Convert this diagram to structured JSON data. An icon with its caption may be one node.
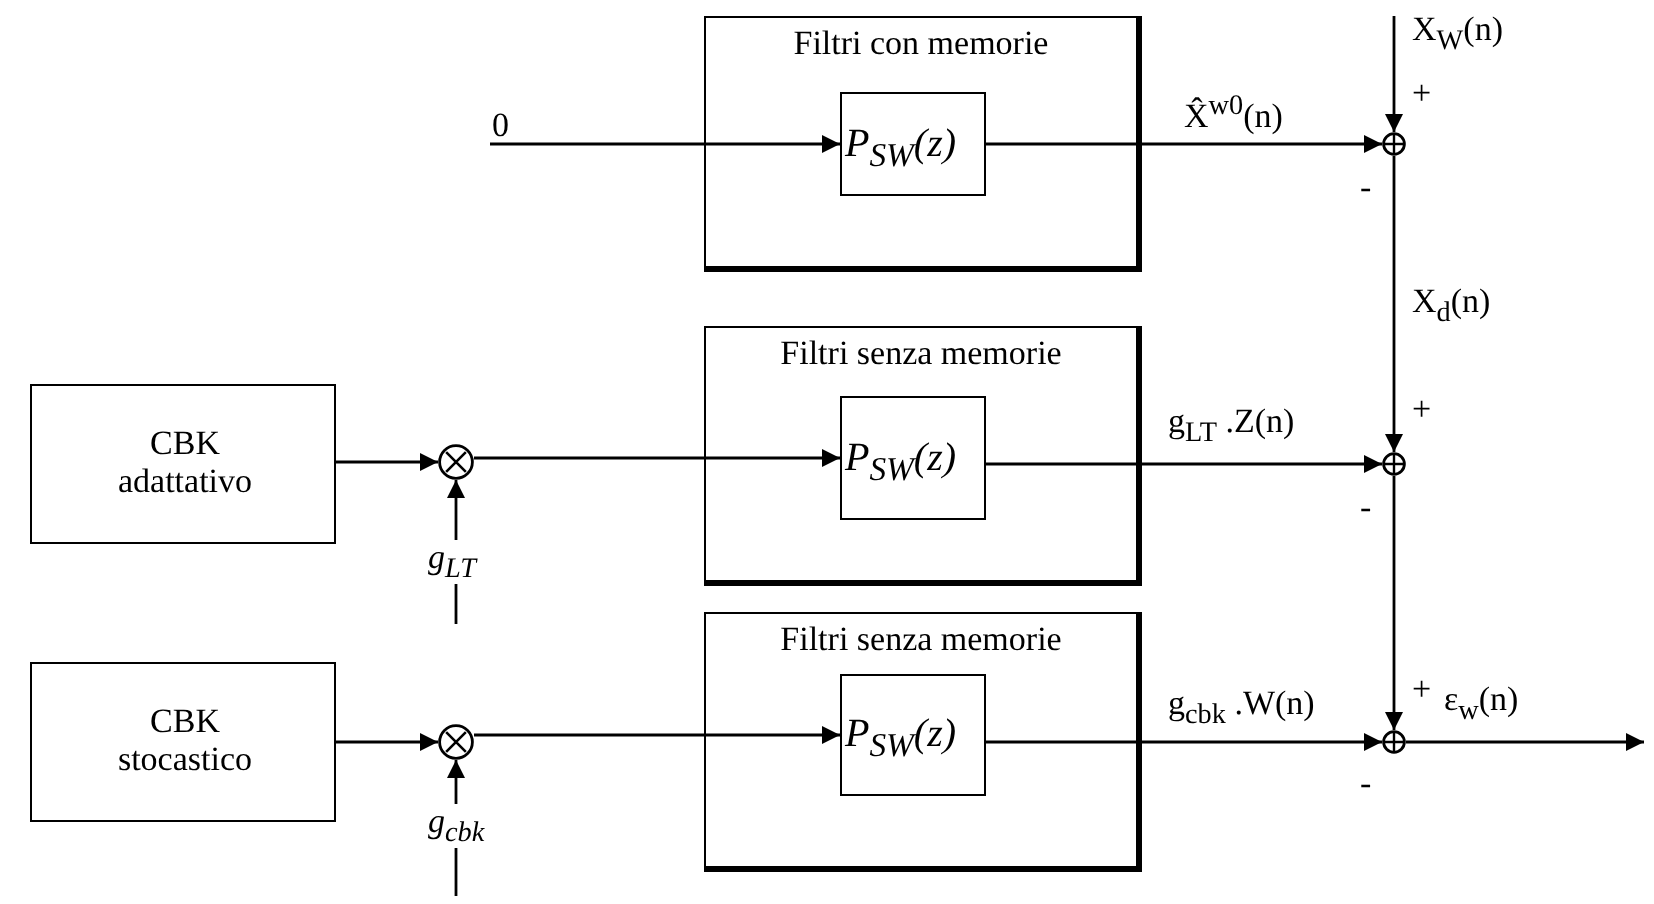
{
  "diagram": {
    "nodes": [
      {
        "text": [
          "0"
        ]
      },
      {
        "text": [
          "Filtri con memorie"
        ]
      },
      {
        "text": [
          "P$_{SW}$(z)"
        ],
        "in": 1
      },
      {
        "text": [],
        "shape": "circle"
      },
      {
        "text": [
          "CBK adattativo"
        ]
      },
      {
        "text": [],
        "shape": "circle"
      },
      {
        "text": [
          "Filtri senza memorie"
        ]
      },
      {
        "text": [
          "P$_{SW}$(z)"
        ],
        "in": 6
      },
      {
        "text": [],
        "shape": "circle"
      },
      {
        "text": [
          "CBK stocastico"
        ]
      },
      {
        "text": [],
        "shape": "circle"
      },
      {
        "text": [
          "Filtri senza memorie"
        ]
      },
      {
        "text": [
          "P$_{SW}$(z)"
        ],
        "in": 11
      },
      {
        "text": [],
        "shape": "circle"
      }
    ],
    "edges": [
      {
        "from": 0,
        "to": 2,
        "arrow": "to"
      },
      {
        "from": 2,
        "to": 3,
        "arrow": "to",
        "label": "X̂$^{w0}$(n)"
      },
      {
        "from": null,
        "to": 3,
        "arrow": "to",
        "label": "X$_{W}$(n)"
      },
      {
        "from": 3,
        "to": 8,
        "arrow": "to",
        "label": "X$_{d}$(n)"
      },
      {
        "from": 4,
        "to": 5,
        "arrow": "to"
      },
      {
        "from": 5,
        "to": 7,
        "arrow": "to"
      },
      {
        "from": null,
        "to": 5,
        "arrow": "to",
        "label": "g$_{LT}$"
      },
      {
        "from": 7,
        "to": 8,
        "arrow": "to",
        "label": "g$_{LT}$ .Z(n)"
      },
      {
        "from": 8,
        "to": 13,
        "arrow": "to"
      },
      {
        "from": 9,
        "to": 10,
        "arrow": "to"
      },
      {
        "from": 10,
        "to": 12,
        "arrow": "to"
      },
      {
        "from": null,
        "to": 10,
        "arrow": "to",
        "label": "g$_{cbk}$"
      },
      {
        "from": 12,
        "to": 13,
        "arrow": "to",
        "label": "g$_{cbk}$ .W(n)"
      },
      {
        "from": 13,
        "to": null,
        "arrow": "to",
        "label": "ε$_{w}$(n)"
      }
    ],
    "labels": [
      "+",
      "-",
      "+",
      "-",
      "+",
      "-"
    ]
  }
}
